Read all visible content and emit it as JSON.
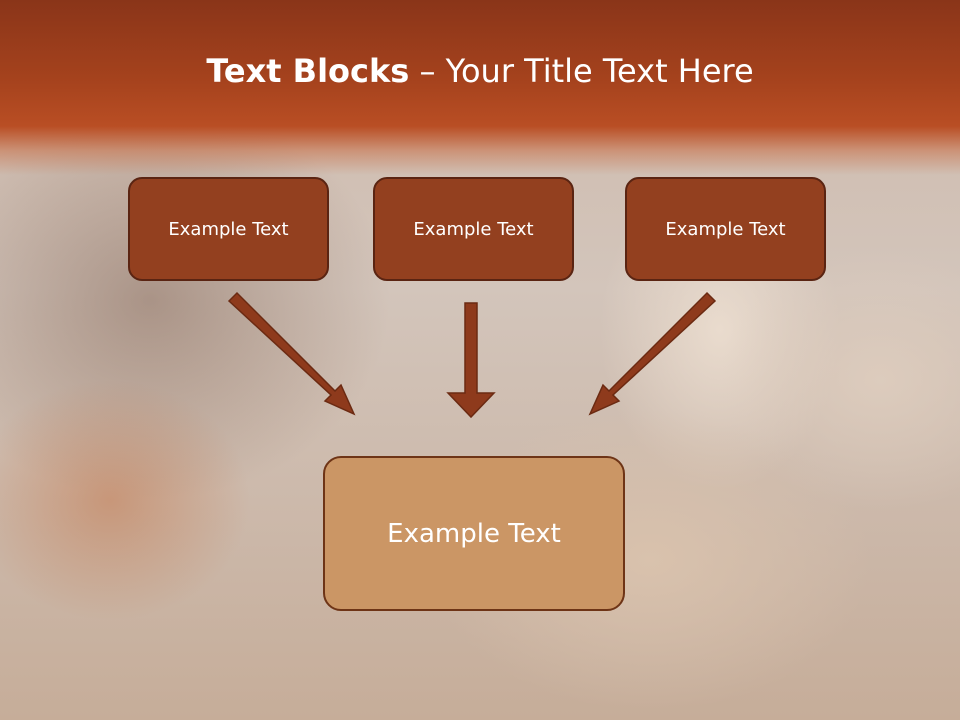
{
  "slide": {
    "title_bold": "Text Blocks",
    "title_separator": " – ",
    "title_rest": "Your Title Text Here"
  },
  "blocks": [
    {
      "label": "Example Text"
    },
    {
      "label": "Example Text"
    },
    {
      "label": "Example Text"
    }
  ],
  "main_block": {
    "label": "Example Text"
  },
  "colors": {
    "title_band": "#a5421d",
    "block_fill": "#93401f",
    "block_border": "#5a2412",
    "main_fill": "#cb9665",
    "arrow": "#8e3a1c"
  }
}
